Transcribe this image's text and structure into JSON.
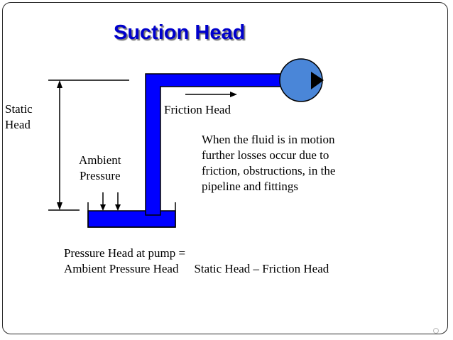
{
  "title": "Suction Head",
  "labels": {
    "static_head": [
      "Static",
      "Head"
    ],
    "friction_head": "Friction Head",
    "ambient_pressure": [
      "Ambient",
      "Pressure"
    ]
  },
  "note": {
    "lines": [
      "When the fluid is in motion",
      "further losses occur due to",
      "friction, obstructions, in the",
      "pipeline and fittings"
    ]
  },
  "formula": {
    "line1": "Pressure Head at pump =",
    "line2_left": "Ambient Pressure Head",
    "line2_right": "Static Head – Friction Head"
  },
  "colors": {
    "pipe": "#0000ff",
    "pump": "#4a86d8",
    "title": "#0000cc"
  }
}
